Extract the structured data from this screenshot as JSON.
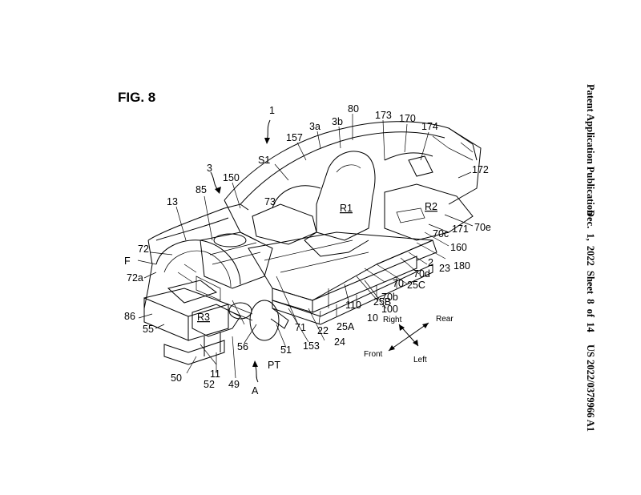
{
  "figure": {
    "title": "FIG. 8"
  },
  "header": {
    "publication_type": "Patent Application Publication",
    "date_sheet": "Dec. 1, 2022   Sheet 8 of 14",
    "pub_number": "US 2022/0379966 A1"
  },
  "reference_labels": [
    "1",
    "80",
    "173",
    "170",
    "174",
    "3a",
    "3b",
    "157",
    "S1",
    "172",
    "3",
    "150",
    "85",
    "13",
    "73",
    "R1",
    "R2",
    "70e",
    "171",
    "70c",
    "160",
    "72",
    "F",
    "72a",
    "180",
    "23",
    "2",
    "70d",
    "25C",
    "70",
    "70b",
    "100",
    "25B",
    "110",
    "10",
    "R3",
    "86",
    "55",
    "71",
    "22",
    "25A",
    "153",
    "24",
    "51",
    "56",
    "PT",
    "50",
    "11",
    "52",
    "49",
    "A"
  ],
  "direction_labels": {
    "right": "Right",
    "rear": "Rear",
    "front": "Front",
    "left": "Left"
  }
}
